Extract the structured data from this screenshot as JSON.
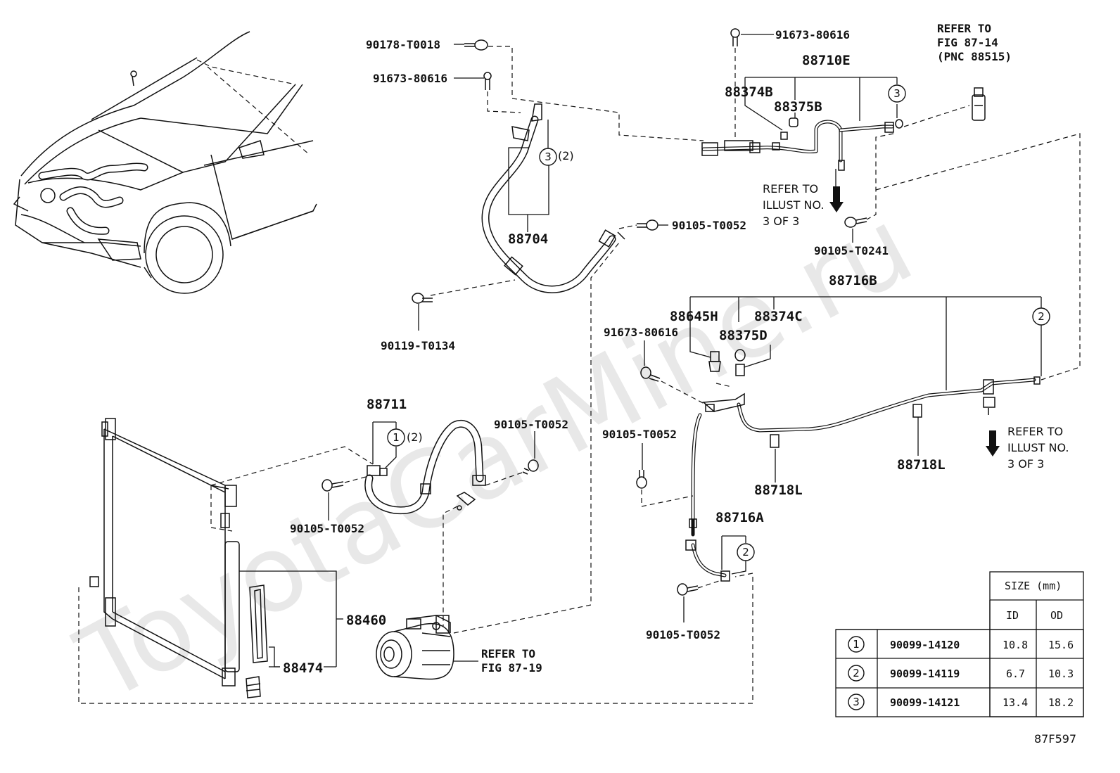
{
  "watermark": "ToyotaCarMine.ru",
  "figure_code": "87F597",
  "labels": {
    "p90178_T0018": "90178-T0018",
    "p91673_80616_a": "91673-80616",
    "p91673_80616_b": "91673-80616",
    "p91673_80616_c": "91673-80616",
    "p88710E": "88710E",
    "p88374B": "88374B",
    "p88375B": "88375B",
    "p88704": "88704",
    "p90105_T0052_a": "90105-T0052",
    "p90105_T0241": "90105-T0241",
    "p90119_T0134": "90119-T0134",
    "p88716B": "88716B",
    "p88645H": "88645H",
    "p88374C": "88374C",
    "p88375D": "88375D",
    "p88711": "88711",
    "p90105_T0052_b": "90105-T0052",
    "p90105_T0052_c": "90105-T0052",
    "p90105_T0052_d": "90105-T0052",
    "p90105_T0052_e": "90105-T0052",
    "p88718L_a": "88718L",
    "p88718L_b": "88718L",
    "p88716A": "88716A",
    "p88460": "88460",
    "p88474": "88474"
  },
  "refs": {
    "fig87_14": [
      "REFER TO",
      "FIG 87-14",
      "(PNC 88515)"
    ],
    "illust_top": [
      "REFER TO",
      "ILLUST NO.",
      "3 OF 3"
    ],
    "illust_right": [
      "REFER TO",
      "ILLUST NO.",
      "3 OF 3"
    ],
    "fig87_19": [
      "REFER TO",
      "FIG 87-19"
    ]
  },
  "callouts": {
    "c1": "1",
    "c2": "2",
    "c3": "3",
    "qty2": "(2)"
  },
  "size_table": {
    "header": "SIZE (mm)",
    "col_id": "ID",
    "col_od": "OD",
    "rows": [
      {
        "key": "1",
        "part": "90099-14120",
        "id": "10.8",
        "od": "15.6"
      },
      {
        "key": "2",
        "part": "90099-14119",
        "id": "6.7",
        "od": "10.3"
      },
      {
        "key": "3",
        "part": "90099-14121",
        "id": "13.4",
        "od": "18.2"
      }
    ]
  }
}
